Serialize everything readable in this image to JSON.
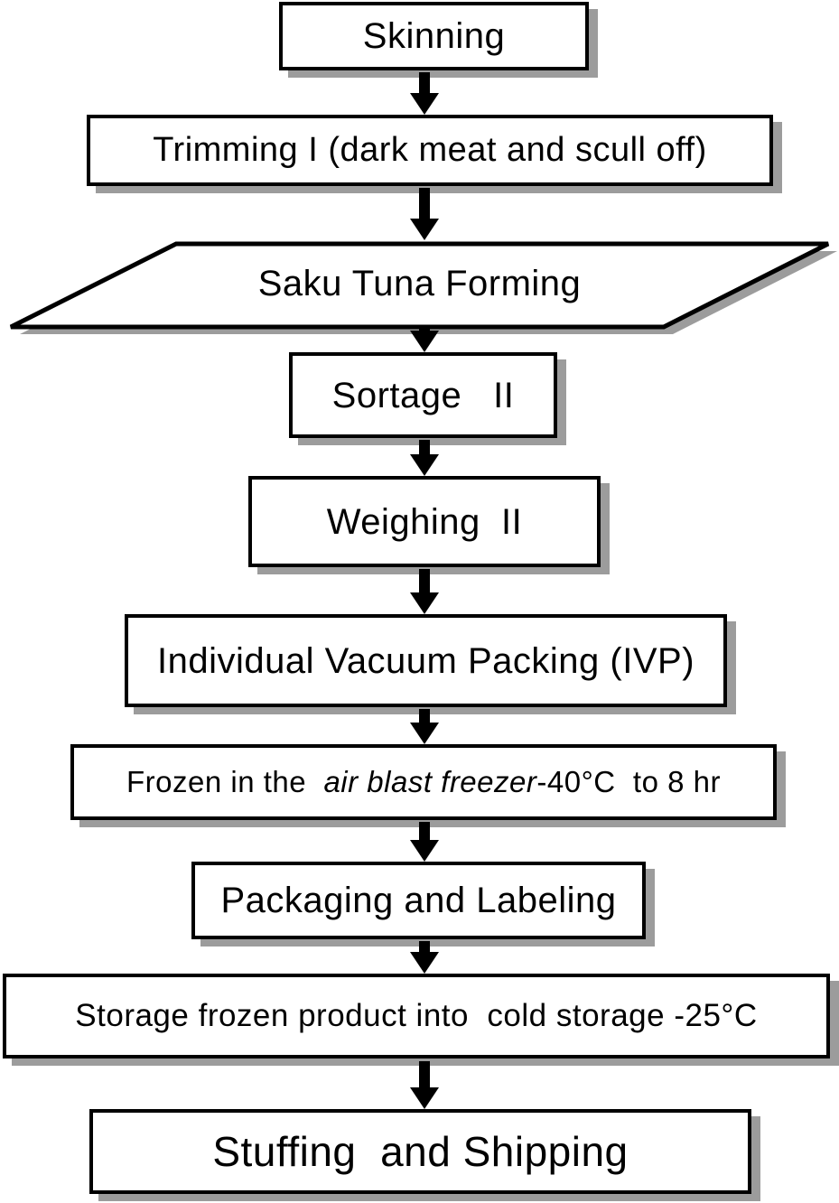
{
  "colors": {
    "border": "#000000",
    "fill": "#ffffff",
    "shadow": "#9c9c9c",
    "text": "#000000",
    "arrow": "#000000"
  },
  "nodes": [
    {
      "id": "skinning",
      "shape": "rect",
      "label": "Skinning"
    },
    {
      "id": "trimming",
      "shape": "rect",
      "label": "Trimming I (dark meat and scull off)"
    },
    {
      "id": "saku",
      "shape": "parallelogram",
      "label": "Saku Tuna Forming"
    },
    {
      "id": "sortage",
      "shape": "rect",
      "label": "Sortage   II"
    },
    {
      "id": "weighing",
      "shape": "rect",
      "label": "Weighing  II"
    },
    {
      "id": "ivp",
      "shape": "rect",
      "label": "Individual Vacuum Packing (IVP)"
    },
    {
      "id": "frozen",
      "shape": "rect",
      "parts": {
        "prefix": "Frozen in the  ",
        "italic": "air blast freezer",
        "suffix": "-40°C  to 8 hr"
      }
    },
    {
      "id": "packaging",
      "shape": "rect",
      "label": "Packaging and Labeling"
    },
    {
      "id": "storage",
      "shape": "rect",
      "label": "Storage frozen product into  cold storage -25°C"
    },
    {
      "id": "stuffing",
      "shape": "rect",
      "label": "Stuffing  and Shipping"
    }
  ],
  "edges": [
    {
      "from": "skinning",
      "to": "trimming"
    },
    {
      "from": "trimming",
      "to": "saku"
    },
    {
      "from": "saku",
      "to": "sortage"
    },
    {
      "from": "sortage",
      "to": "weighing"
    },
    {
      "from": "weighing",
      "to": "ivp"
    },
    {
      "from": "ivp",
      "to": "frozen"
    },
    {
      "from": "frozen",
      "to": "packaging"
    },
    {
      "from": "packaging",
      "to": "storage"
    },
    {
      "from": "storage",
      "to": "stuffing"
    }
  ]
}
